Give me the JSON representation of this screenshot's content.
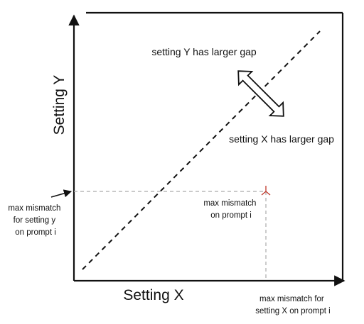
{
  "axes": {
    "x_label": "Setting X",
    "y_label": "Setting Y"
  },
  "regions": {
    "upper": "setting Y has larger gap",
    "lower": "setting X has larger gap"
  },
  "annotations": {
    "y_mismatch": [
      "max mismatch",
      "for setting y",
      "on prompt i"
    ],
    "point_label": [
      "max mismatch",
      "on prompt i"
    ],
    "x_mismatch": [
      "max mismatch for",
      "setting X on prompt i"
    ]
  },
  "colors": {
    "ink": "#111111",
    "guide": "#aaaaaa",
    "marker": "#c0392b"
  }
}
